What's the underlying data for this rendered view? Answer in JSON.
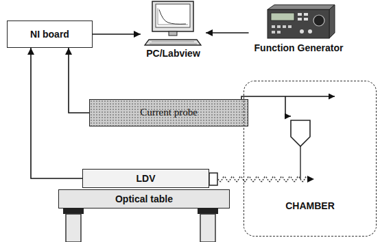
{
  "diagram": {
    "nodes": [
      {
        "text": [
          "NI board"
        ]
      },
      {
        "text": [
          "PC/Labview"
        ]
      },
      {
        "text": [
          "Function Generator"
        ]
      },
      {
        "text": [
          "Current probe"
        ]
      },
      {
        "text": [
          "LDV"
        ]
      },
      {
        "text": [
          "Optical table"
        ]
      },
      {
        "text": [
          "CHAMBER"
        ]
      }
    ],
    "edges": [
      {
        "from": 0,
        "to": 1,
        "arrow": "to"
      },
      {
        "from": 2,
        "to": 1,
        "arrow": "to"
      },
      {
        "from": 3,
        "to": 0,
        "arrow": "to"
      },
      {
        "from": 4,
        "to": 0,
        "arrow": "to"
      }
    ]
  }
}
